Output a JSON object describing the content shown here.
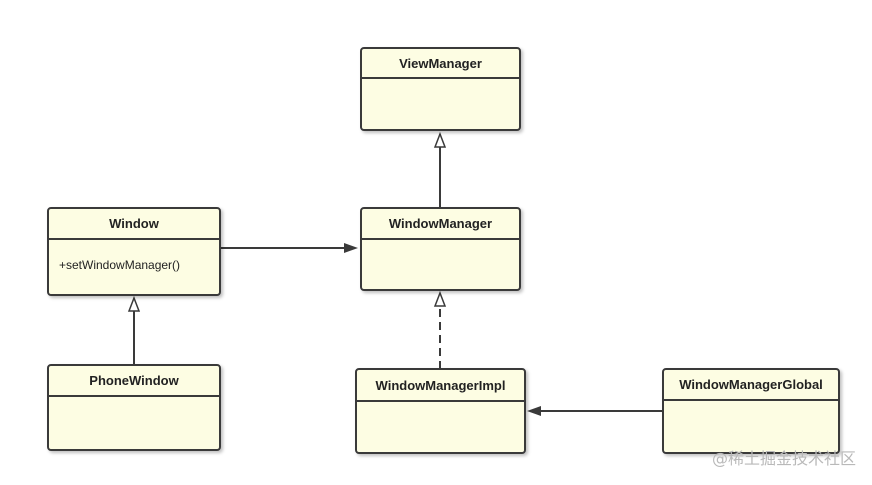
{
  "classes": {
    "view_manager": {
      "name": "ViewManager",
      "members": ""
    },
    "window_manager": {
      "name": "WindowManager",
      "members": ""
    },
    "window": {
      "name": "Window",
      "members": "+setWindowManager()"
    },
    "phone_window": {
      "name": "PhoneWindow",
      "members": ""
    },
    "window_manager_impl": {
      "name": "WindowManagerImpl",
      "members": ""
    },
    "window_manager_global": {
      "name": "WindowManagerGlobal",
      "members": ""
    }
  },
  "relations": [
    {
      "from": "WindowManager",
      "to": "ViewManager",
      "kind": "generalization"
    },
    {
      "from": "Window",
      "to": "WindowManager",
      "kind": "association"
    },
    {
      "from": "PhoneWindow",
      "to": "Window",
      "kind": "generalization"
    },
    {
      "from": "WindowManagerImpl",
      "to": "WindowManager",
      "kind": "realization"
    },
    {
      "from": "WindowManagerGlobal",
      "to": "WindowManagerImpl",
      "kind": "association"
    }
  ],
  "colors": {
    "box_fill": "#fdfde3",
    "border": "#3a3a3a",
    "watermark": "#b9b9b9"
  },
  "watermark": "@稀土掘金技术社区"
}
